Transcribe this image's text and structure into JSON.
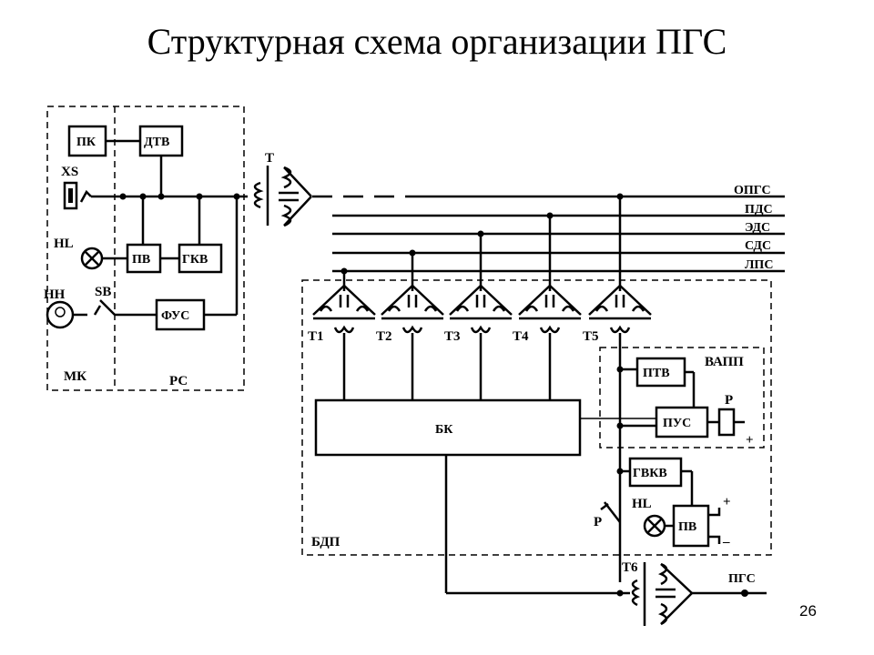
{
  "title": "Структурная схема организации ПГС",
  "page_number": "26",
  "regions": {
    "mk": "МК",
    "rs": "РС",
    "bdp": "БДП",
    "vapp": "ВАПП"
  },
  "blocks": {
    "pk": "ПК",
    "dtv": "ДТВ",
    "pv_left": "ПВ",
    "gkv": "ГКВ",
    "fus": "ФУС",
    "bk": "БК",
    "ptv": "ПТВ",
    "pus": "ПУС",
    "gvkv": "ГВКВ",
    "pv_right": "ПВ"
  },
  "components": {
    "xs": "XS",
    "hl_left": "HL",
    "hh": "HH",
    "sb": "SB",
    "t": "Т",
    "t1": "Т1",
    "t2": "Т2",
    "t3": "Т3",
    "t4": "Т4",
    "t5": "Т5",
    "t6": "Т6",
    "p_relay": "Р",
    "p_switch": "Р",
    "hl_right": "HL",
    "plus_a": "+",
    "plus_b": "+",
    "minus": "–"
  },
  "buses": {
    "opgs": "ОПГС",
    "pds": "ПДС",
    "eds": "ЭДС",
    "sds": "СДС",
    "lps": "ЛПС",
    "pgs": "ПГС"
  }
}
